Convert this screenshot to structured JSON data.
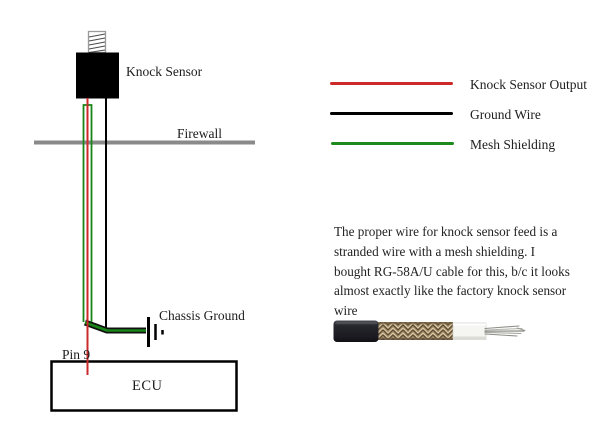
{
  "diagram": {
    "knock_sensor_label": "Knock Sensor",
    "firewall_label": "Firewall",
    "chassis_ground_label": "Chassis Ground",
    "pin_label": "Pin 9",
    "ecu_label": "ECU"
  },
  "legend": {
    "items": [
      {
        "label": "Knock Sensor Output",
        "color": "#cc2a2a"
      },
      {
        "label": "Ground Wire",
        "color": "#000000"
      },
      {
        "label": "Mesh Shielding",
        "color": "#1e8a1e"
      }
    ]
  },
  "note": "The proper wire for knock sensor feed is a stranded wire with a mesh shielding.  I bought RG-58A/U cable for this, b/c it looks almost exactly like the factory knock sensor wire",
  "images": {
    "cable": "rg-58a-u-coax-cable-photo"
  },
  "colors": {
    "knock_sensor_output_wire": "#cc2a2a",
    "ground_wire": "#000000",
    "mesh_shielding_wire": "#178517",
    "firewall_line": "#8a8a8a",
    "sensor_body": "#000000"
  }
}
